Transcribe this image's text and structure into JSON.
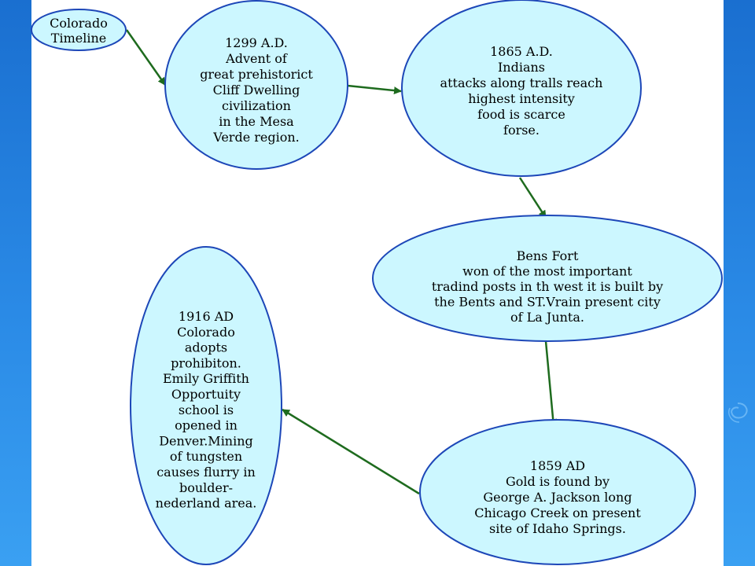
{
  "colors": {
    "node_fill": "#ccf7ff",
    "node_stroke": "#1d47b8",
    "arrow": "#1e6b1e",
    "background": "#ffffff"
  },
  "nodes": [
    {
      "id": "colorado-timeline",
      "lines": [
        "Colorado",
        "Timeline"
      ]
    },
    {
      "id": "1299",
      "lines": [
        "1299 A.D.",
        "Advent of",
        "great prehistorict",
        "Cliff Dwelling",
        "civilization",
        "in the Mesa",
        "Verde region."
      ]
    },
    {
      "id": "1865",
      "lines": [
        "1865 A.D.",
        "Indians",
        "attacks along tralls reach",
        "highest intensity",
        "food is scarce",
        "forse."
      ]
    },
    {
      "id": "bens-fort",
      "lines": [
        "Bens Fort",
        "won of the most important",
        "tradind posts in th west it is built by",
        "the Bents and ST.Vrain present city",
        "of La Junta."
      ]
    },
    {
      "id": "1859",
      "lines": [
        "1859 AD",
        "Gold is found by",
        "George A. Jackson long",
        "Chicago Creek on present",
        "site of Idaho Springs."
      ]
    },
    {
      "id": "1916",
      "lines": [
        "1916 AD",
        "Colorado",
        "adopts",
        "prohibiton.",
        "Emily Griffith",
        "Opportuity",
        "school is",
        "opened in",
        "Denver.Mining",
        "of tungsten",
        "causes flurry in",
        "boulder-",
        "nederland area."
      ]
    }
  ],
  "edges": [
    {
      "from": "colorado-timeline",
      "to": "1299"
    },
    {
      "from": "1299",
      "to": "1865"
    },
    {
      "from": "1865",
      "to": "bens-fort"
    },
    {
      "from": "bens-fort",
      "to": "1859"
    },
    {
      "from": "1859",
      "to": "1916"
    }
  ]
}
